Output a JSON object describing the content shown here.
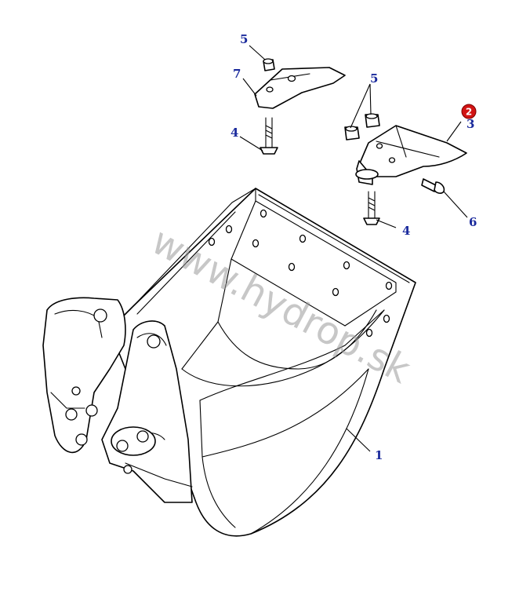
{
  "watermark": "www.hydrop.sk",
  "callouts": {
    "c1": "1",
    "c3": "3",
    "c4a": "4",
    "c4b": "4",
    "c5a": "5",
    "c5b": "5",
    "c6": "6",
    "c7": "7"
  },
  "badge": "2",
  "colors": {
    "callout": "#1a2a9c",
    "badge": "#d21414",
    "watermark": "#9a9a9a"
  }
}
